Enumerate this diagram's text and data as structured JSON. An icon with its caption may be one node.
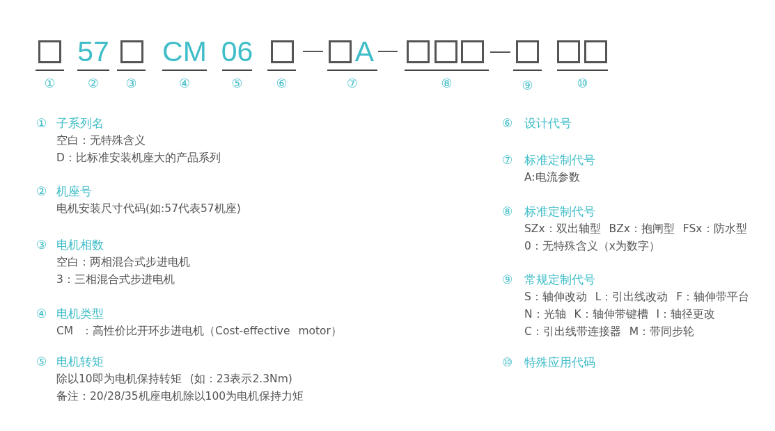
{
  "diagram": {
    "nodes": [
      {
        "text": [],
        "shape": "box"
      },
      {
        "text": [],
        "shape": "box"
      },
      {
        "text": [],
        "shape": "box"
      },
      {
        "text": [],
        "shape": "box"
      },
      {
        "text": [],
        "shape": "box"
      },
      {
        "text": [],
        "shape": "box"
      },
      {
        "text": [],
        "shape": "box"
      },
      {
        "text": [],
        "shape": "box"
      },
      {
        "text": [],
        "shape": "box"
      },
      {
        "text": [],
        "shape": "box"
      }
    ],
    "labels": [
      "57",
      "CM",
      "06",
      "A",
      "①",
      "②",
      "③",
      "④",
      "⑤",
      "⑥",
      "⑦",
      "⑧",
      "⑨",
      "⑩",
      "①",
      "子系列名",
      "空白：无特殊含义",
      "D：比标准安装机座大的产品系列",
      "②",
      "机座号",
      "电机安装尺寸代码(如:57代表57机座)",
      "③",
      "电机相数",
      "空白：两相混合式步进电机",
      "3：三相混合式步进电机",
      "④",
      "电机类型",
      "CM ：高性价比开环步进电机（Cost-effective motor）",
      "⑤",
      "电机转矩",
      "除以10即为电机保持转矩 (如：23表示2.3Nm)",
      "备注：20/28/35机座电机除以100为电机保持力矩",
      "⑥",
      "设计代号",
      "⑦",
      "标准定制代号",
      "A:电流参数",
      "⑧",
      "标准定制代号",
      "SZx：双出轴型 BZx：抱闸型 FSx：防水型",
      "0：无特殊含义（x为数字）",
      "⑨",
      "常规定制代号",
      "S：轴伸改动 L：引出线改动 F：轴伸带平台",
      "N：光轴 K：轴伸带键槽 I：轴径更改",
      "C：引出线带连接器 M：带同步轮",
      "⑩",
      "特殊应用代码"
    ]
  }
}
